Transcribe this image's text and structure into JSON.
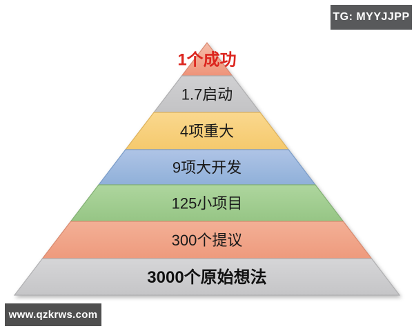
{
  "badges": {
    "tg": "TG: MYYJJPP",
    "tg_bg": "#58595B",
    "site": "www.qzkrws.com",
    "site_bg": "#4F4F4F",
    "badge_text_color": "#FFFFFF"
  },
  "pyramid": {
    "type": "pyramid-funnel",
    "description_colors": {
      "background": "#FFFFFF",
      "default_label_color": "#1A1A1A",
      "apex_label_color": "#DC251E"
    },
    "layers": [
      {
        "label": "1个成功",
        "value": 1,
        "text_color": "#DC251E",
        "bold": true,
        "font_size": 24,
        "fill_top": "#F5BCA8",
        "fill_bottom": "#EE9379",
        "edge": "#D98A72"
      },
      {
        "label": "1.7启动",
        "value": 1.7,
        "text_color": "#1A1A1A",
        "bold": false,
        "font_size": 22,
        "fill_top": "#D0D0D2",
        "fill_bottom": "#C3C3C5",
        "edge": "#AEAEB0"
      },
      {
        "label": "4项重大",
        "value": 4,
        "text_color": "#1A1A1A",
        "bold": false,
        "font_size": 22,
        "fill_top": "#FAD88E",
        "fill_bottom": "#F5C96D",
        "edge": "#DDB25C"
      },
      {
        "label": "9项大开发",
        "value": 9,
        "text_color": "#1A1A1A",
        "bold": false,
        "font_size": 22,
        "fill_top": "#AFC4E6",
        "fill_bottom": "#8FB0D9",
        "edge": "#7A9CC9"
      },
      {
        "label": "125小项目",
        "value": 125,
        "text_color": "#1A1A1A",
        "bold": false,
        "font_size": 22,
        "fill_top": "#AED69E",
        "fill_bottom": "#96C585",
        "edge": "#82B173"
      },
      {
        "label": "300个提议",
        "value": 300,
        "text_color": "#1A1A1A",
        "bold": false,
        "font_size": 22,
        "fill_top": "#F3B096",
        "fill_bottom": "#EE9A7D",
        "edge": "#D98A6F"
      },
      {
        "label": "3000个原始想法",
        "value": 3000,
        "text_color": "#111111",
        "bold": true,
        "font_size": 24,
        "fill_top": "#D6D6D8",
        "fill_bottom": "#C5C5C7",
        "edge": "#B0B0B2"
      }
    ]
  }
}
